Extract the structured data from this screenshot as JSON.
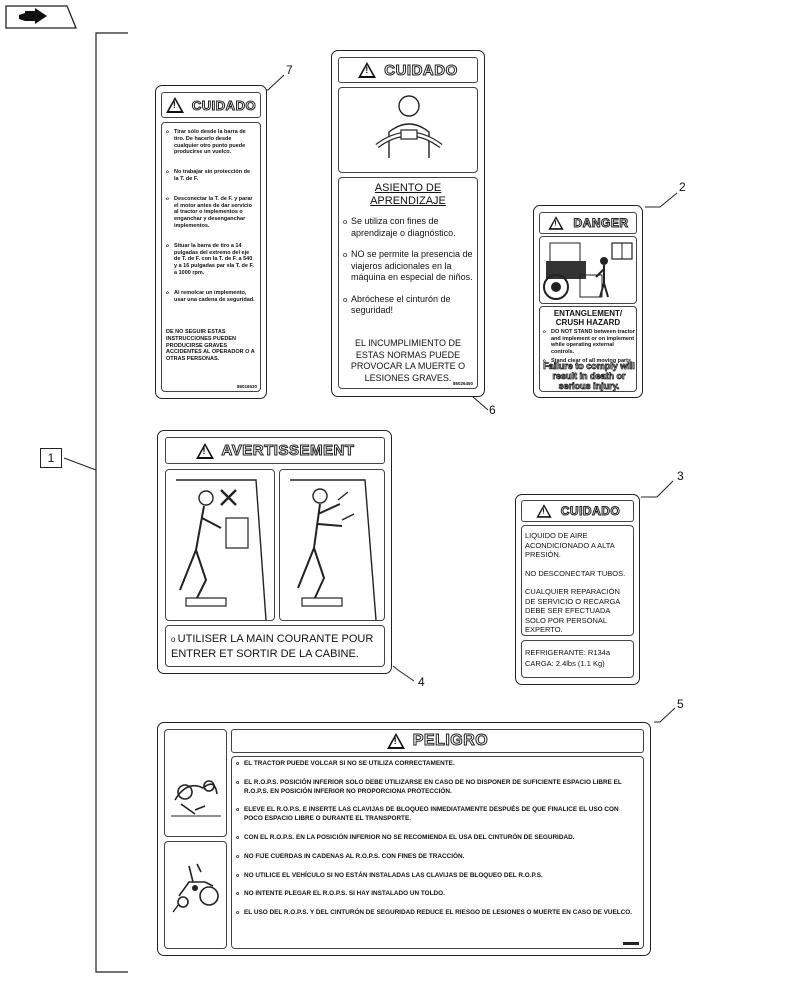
{
  "callouts": {
    "c1": "1",
    "c2": "2",
    "c3": "3",
    "c4": "4",
    "c5": "5",
    "c6": "6",
    "c7": "7"
  },
  "decal7": {
    "header": "CUIDADO",
    "items": [
      "Tirar sólo desde la barra de tiro. De hacerlo desde cualquier otro punto puede producirse un vuelco.",
      "No trabajar sin protección de la T. de F.",
      "Desconectar la T. de F. y parar el motor antes de dar servicio al tractor o implementos o enganchar y desenganchar implementos.",
      "Situar la barra de tiro a 14 pulgadas del extremo del eje de T. de F. con la T. de F. a 540 y a 16 pulgadas par sla T. de F. a 1000 rpm.",
      "Al remolcar un implemento, usar una cadena de seguridad."
    ],
    "warning": "DE NO SEGUIR ESTAS INSTRUCCIONES PUEDEN PRODUCIRSE GRAVES ACCIDENTES AL OPERADOR O A OTRAS PERSONAS.",
    "code": "86016530"
  },
  "decal6": {
    "header": "CUIDADO",
    "subtitle_line1": "ASIENTO DE",
    "subtitle_line2": "APRENDIZAJE",
    "items": [
      "Se utiliza con fines de aprendizaje o diagnóstico.",
      "NO se permite la presencia de viajeros adicionales en la máquina en especial de niños.",
      "Abróchese el cinturón de seguridad!"
    ],
    "warning": "EL INCUMPLIMIENTO DE ESTAS NORMAS PUEDE PROVOCAR LA MUERTE O LESIONES GRAVES.",
    "code": "86026450"
  },
  "decal2": {
    "header": "DANGER",
    "title_line1": "ENTANGLEMENT/",
    "title_line2": "CRUSH HAZARD",
    "items": [
      "DO NOT STAND between tractor and implement or on implement while operating external controls.",
      "Stand clear of all moving parts."
    ],
    "footer": "Failure to comply will result in death or serious injury."
  },
  "decal4": {
    "header": "AVERTISSEMENT",
    "text": "UTILISER LA MAIN COURANTE POUR ENTRER ET SORTIR DE LA CABINE."
  },
  "decal3": {
    "header": "CUIDADO",
    "p1": "LIQUIDO DE AIRE ACONDICIONADO A ALTA PRESIÓN.",
    "p2": "NO DESCONECTAR TUBOS.",
    "p3": "CUALQUIER REPARACIÓN DE SERVICIO O RECARGA DEBE SER EFECTUADA SOLO POR PERSONAL EXPERTO.",
    "ref1": "REFRIGERANTE: R134a",
    "ref2": "CARGA: 2.4lbs (1.1 Kg)"
  },
  "decal5": {
    "header": "PELIGRO",
    "items": [
      "EL TRACTOR PUEDE VOLCAR SI NO SE UTILIZA CORRECTAMENTE.",
      "EL R.O.P.S. POSICIÓN INFERIOR SOLO DEBE UTILIZARSE EN CASO DE NO DISPONER DE SUFICIENTE ESPACIO LIBRE EL R.O.P.S. EN POSICIÓN INFERIOR NO PROPORCIONA PROTECCIÓN.",
      "ELEVE EL R.O.P.S. E INSERTE LAS CLAVIJAS DE BLOQUEO INMEDIATAMENTE DESPUÉS DE QUE FINALICE EL USO CON POCO ESPACIO LIBRE O DURANTE EL TRANSPORTE.",
      "CON EL R.O.P.S. EN LA POSICIÓN INFERIOR NO SE RECOMIENDA EL USA DEL CINTURÓN DE SEGURIDAD.",
      "NO FIJE CUERDAS IN CADENAS AL R.O.P.S. CON FINES DE TRACCIÓN.",
      "NO UTILICE EL VEHÍCULO SI NO ESTÁN INSTALADAS LAS CLAVIJAS DE BLOQUEO DEL R.O.P.S.",
      "NO INTENTE PLEGAR EL R.O.P.S. SI HAY INSTALADO UN TOLDO.",
      "EL USO DEL R.O.P.S. Y DEL CINTURÓN DE SEGURIDAD REDUCE EL RIESGO DE LESIONES O MUERTE EN CASO DE VUELCO."
    ]
  }
}
